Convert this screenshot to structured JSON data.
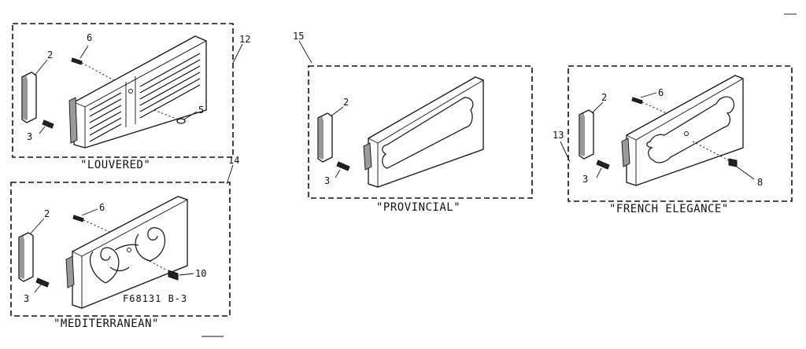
{
  "groups": {
    "louvered": {
      "caption": "\"LOUVERED\"",
      "group_number": "12",
      "callouts": {
        "clip": "2",
        "screw_small": "3",
        "screw": "6",
        "knob": "5"
      }
    },
    "mediterranean": {
      "caption": "\"MEDITERRANEAN\"",
      "group_number": "14",
      "callouts": {
        "clip": "2",
        "screw_small": "3",
        "screw": "6",
        "knob": "10"
      }
    },
    "provincial": {
      "caption": "\"PROVINCIAL\"",
      "group_number": "15",
      "callouts": {
        "clip": "2",
        "screw_small": "3"
      }
    },
    "french_elegance": {
      "caption": "\"FRENCH ELEGANCE\"",
      "group_number": "13",
      "callouts": {
        "clip": "2",
        "screw_small": "3",
        "screw": "6",
        "knob": "8"
      }
    }
  },
  "drawing_reference": "F68131 B-3"
}
